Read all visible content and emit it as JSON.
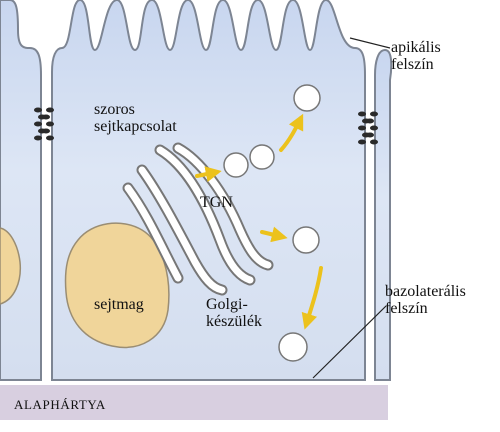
{
  "figure": {
    "labels": {
      "apical_line1": "apikális",
      "apical_line2": "felszín",
      "tight_line1": "szoros",
      "tight_line2": "sejtkapcsolat",
      "tgn": "TGN",
      "nucleus": "sejtmag",
      "golgi_line1": "Golgi-",
      "golgi_line2": "készülék",
      "basolateral_line1": "bazolaterális",
      "basolateral_line2": "felszín",
      "basement": "ALAPHÁRTYA"
    },
    "colors": {
      "cytoplasm": "#dde6f5",
      "membrane": "#7d8593",
      "nucleus": "#f0d59a",
      "arrow": "#ecc21c",
      "basement": "#d8cfe0",
      "junction": "#2a2a2a",
      "vesicle": "#ffffff"
    }
  }
}
